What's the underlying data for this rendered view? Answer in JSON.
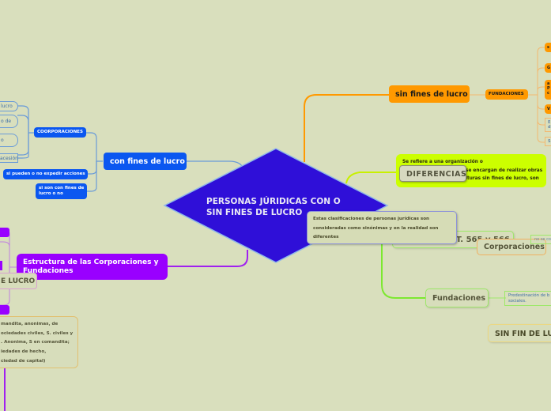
{
  "central": {
    "title": "PERSONAS JÚRIDICAS CON O SIN FINES DE LUCRO",
    "color": "#2f0fd8"
  },
  "note_central": {
    "lines": [
      "Estas clasificaciones de personas jurídicas son",
      " consideradas como sinónimas y en la realidad son",
      "diferentes"
    ]
  },
  "left_branch": {
    "label": "con fines de lucro",
    "children": {
      "coorporaciones": "COORPORACIONES",
      "expedir": "si pueden o no expedir acciones",
      "fines": "si son con fines de lucro o no"
    },
    "coorp_leaves": [
      "lucro",
      "o de",
      "o",
      "acesión"
    ]
  },
  "right_branch": {
    "label": "sin fines de lucro",
    "fundaciones": "FUNDACIONES",
    "fund_leaves": [
      "s",
      "G",
      "a\nP\nc",
      "V",
      "E\nd",
      "S"
    ]
  },
  "diferencias": {
    "label": "DIFERENCIAS",
    "lime_lines": [
      "Se refiere a una organización o",
      "se encargan de realizar obras",
      "lturas sin fines de lucro, son"
    ]
  },
  "green_nodes": {
    "art": "T. 565 y 566",
    "corporaciones": "Corporaciones",
    "no_se": "no se co",
    "fundaciones": "Fundaciones",
    "predestinacion": "Predestinación de b sociales.",
    "sin_fin": "SIN FIN DE LU"
  },
  "purple_branch": {
    "label": "Estructura de las Corporaciones y Fundaciones",
    "e_lucro": "E LUCRO",
    "tan_lines": [
      "mandita, anonimas, de",
      "ociedades civiles, S. civiles y",
      ". Anonima, S en comandita;",
      "iedades de hecho,",
      "ciedad de capital)"
    ]
  }
}
